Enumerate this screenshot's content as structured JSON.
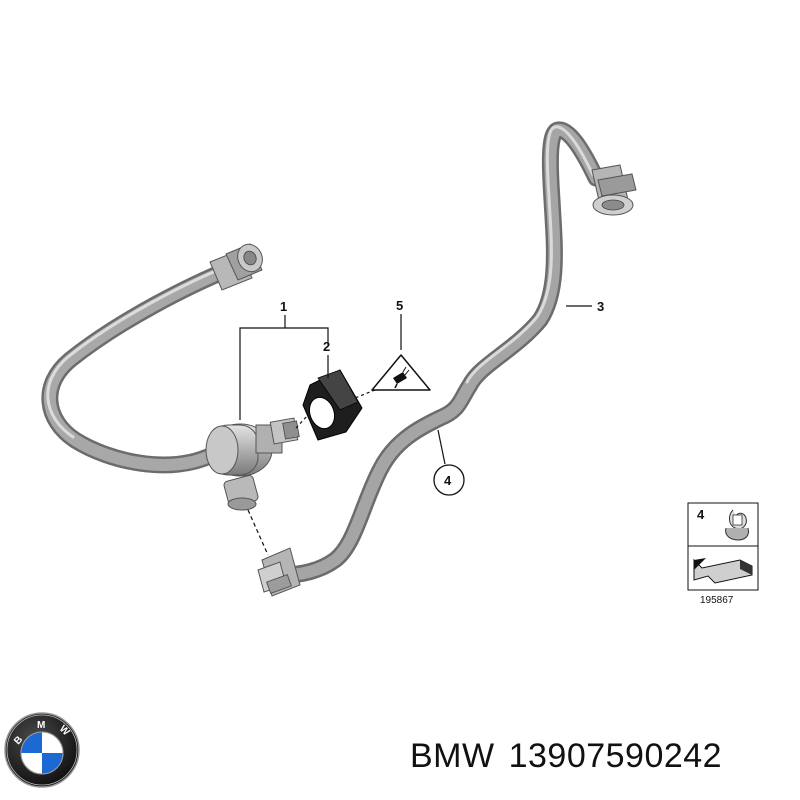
{
  "callouts": {
    "c1": "1",
    "c2": "2",
    "c3": "3",
    "c4": "4",
    "c5": "5"
  },
  "legend": {
    "item_number": "4",
    "figure_number": "195867"
  },
  "footer": {
    "brand": "BMW",
    "part_number": "13907590242"
  },
  "logo": {
    "letters": "BMW",
    "colors": {
      "blue": "#1c69d4",
      "white": "#ffffff",
      "ring": "#1a1a1a"
    }
  },
  "colors": {
    "pipe": "#9a9a9a",
    "pipe_highlight": "#cfcfcf",
    "pipe_shadow": "#6e6e6e",
    "line": "#111111"
  }
}
